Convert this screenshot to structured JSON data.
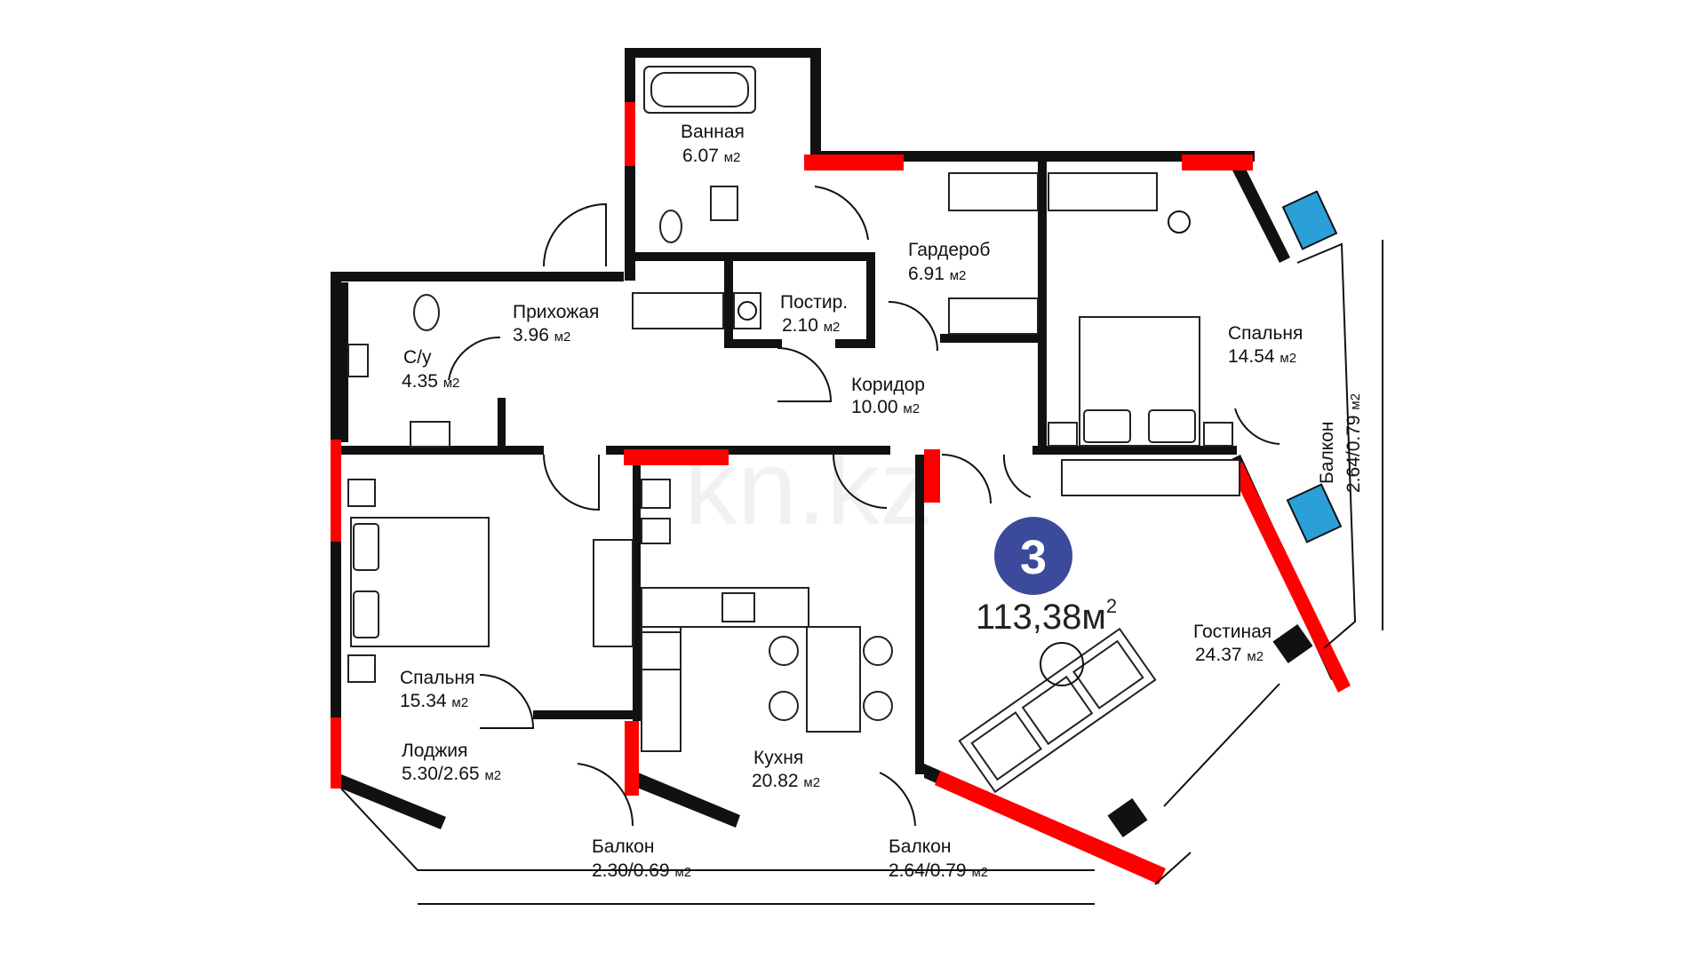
{
  "apartment": {
    "rooms_count": "3",
    "total_area": "113,38м",
    "total_area_sup": "2",
    "badge_color": "#3b4a9a",
    "accent_wall_color": "#ff0000"
  },
  "watermark": "kn.kz",
  "rooms": {
    "bath": {
      "name": "Ванная",
      "area": "6.07",
      "unit": "м2"
    },
    "wardrobe": {
      "name": "Гардероб",
      "area": "6.91",
      "unit": "м2"
    },
    "hall": {
      "name": "Прихожая",
      "area": "3.96",
      "unit": "м2"
    },
    "laundry": {
      "name": "Постир.",
      "area": "2.10",
      "unit": "м2"
    },
    "wc": {
      "name": "С/у",
      "area": "4.35",
      "unit": "м2"
    },
    "corridor": {
      "name": "Коридор",
      "area": "10.00",
      "unit": "м2"
    },
    "bedroom1": {
      "name": "Спальня",
      "area": "14.54",
      "unit": "м2"
    },
    "balcony_right": {
      "name": "Балкон",
      "area": "2.64/0.79",
      "unit": "м2"
    },
    "bedroom2": {
      "name": "Спальня",
      "area": "15.34",
      "unit": "м2"
    },
    "living": {
      "name": "Гостиная",
      "area": "24.37",
      "unit": "м2"
    },
    "loggia": {
      "name": "Лоджия",
      "area": "5.30/2.65",
      "unit": "м2"
    },
    "kitchen": {
      "name": "Кухня",
      "area": "20.82",
      "unit": "м2"
    },
    "balcony1": {
      "name": "Балкон",
      "area": "2.30/0.69",
      "unit": "м2"
    },
    "balcony2": {
      "name": "Балкон",
      "area": "2.64/0.79",
      "unit": "м2"
    }
  }
}
